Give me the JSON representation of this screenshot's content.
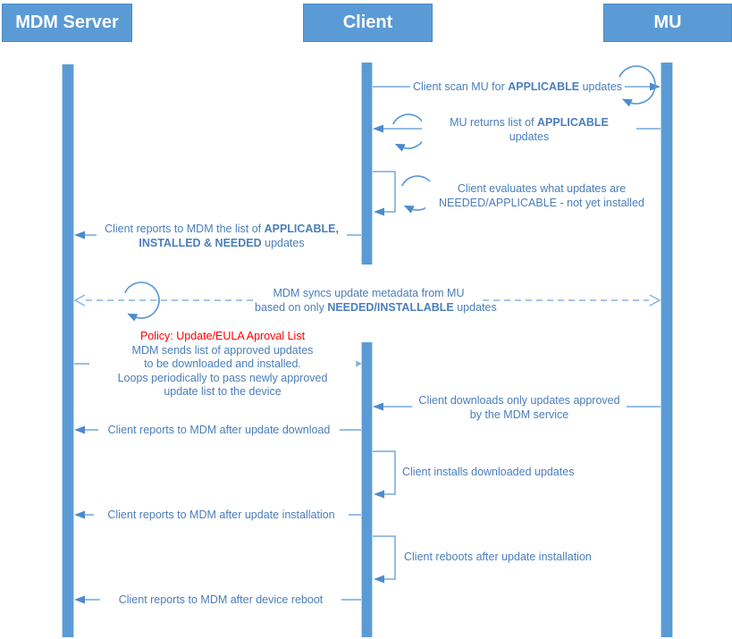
{
  "diagram_type": "sequence-diagram",
  "colors": {
    "actor_bar_fill": "#5b9bd5",
    "header_text": "#ffffff",
    "message_line": "#74a9dc",
    "arrowhead": "#4d8bcb",
    "dashed_line": "#85b3e2",
    "message_text": "#4a7eba",
    "policy_text": "#ff0000"
  },
  "actors": [
    {
      "label": "MDM Server"
    },
    {
      "label": "Client"
    },
    {
      "label": "MU"
    }
  ],
  "messages": {
    "scan": {
      "from": "Client",
      "to": "MU",
      "style": "solid",
      "loop_icon": true,
      "lines": [
        {
          "a": "Client scan MU for ",
          "b": "APPLICABLE",
          "c": " updates"
        }
      ]
    },
    "returns": {
      "from": "MU",
      "to": "Client",
      "style": "solid",
      "loop_icon": true,
      "lines": [
        {
          "a": "MU returns list of ",
          "b": "APPLICABLE"
        },
        {
          "a": "updates"
        }
      ]
    },
    "evaluates": {
      "from": "Client",
      "to": "Client",
      "style": "self",
      "loop_icon": true,
      "lines": [
        {
          "a": "Client evaluates what updates are"
        },
        {
          "a": "NEEDED/APPLICABLE - not yet installed"
        }
      ]
    },
    "report_list": {
      "from": "Client",
      "to": "MDM Server",
      "style": "solid",
      "lines": [
        {
          "a": "Client reports to MDM the list of ",
          "b": "APPLICABLE,"
        },
        {
          "b": "INSTALLED & NEEDED",
          "c": " updates"
        }
      ]
    },
    "sync": {
      "from": "MDM Server",
      "to": "MU",
      "style": "dashed-bidirectional",
      "loop_icon": true,
      "lines": [
        {
          "a": "MDM syncs update metadata from MU"
        },
        {
          "a": "based on only ",
          "b": "NEEDED/INSTALLABLE",
          "c": " updates"
        }
      ]
    },
    "policy": {
      "from": "MDM Server",
      "to": "Client",
      "style": "solid",
      "loop_icon": true,
      "heading": "Policy: Update/EULA Aproval List",
      "lines": [
        {
          "a": "MDM sends list of approved updates"
        },
        {
          "a": "to be downloaded and installed."
        },
        {
          "a": "Loops periodically to pass newly approved"
        },
        {
          "a": "update list to the device"
        }
      ]
    },
    "downloads": {
      "from": "MU",
      "to": "Client",
      "style": "solid",
      "lines": [
        {
          "a": "Client downloads only updates approved"
        },
        {
          "a": "by the MDM service"
        }
      ]
    },
    "report_download": {
      "from": "Client",
      "to": "MDM Server",
      "style": "solid",
      "lines": [
        {
          "a": "Client reports to MDM after update download"
        }
      ]
    },
    "installs": {
      "from": "Client",
      "to": "Client",
      "style": "self",
      "lines": [
        {
          "a": "Client installs downloaded updates"
        }
      ]
    },
    "report_install": {
      "from": "Client",
      "to": "MDM Server",
      "style": "solid",
      "lines": [
        {
          "a": "Client reports to MDM after update installation"
        }
      ]
    },
    "reboots": {
      "from": "Client",
      "to": "Client",
      "style": "self",
      "lines": [
        {
          "a": "Client reboots after update installation"
        }
      ]
    },
    "report_reboot": {
      "from": "Client",
      "to": "MDM Server",
      "style": "solid",
      "lines": [
        {
          "a": "Client reports to MDM after device reboot"
        }
      ]
    }
  }
}
